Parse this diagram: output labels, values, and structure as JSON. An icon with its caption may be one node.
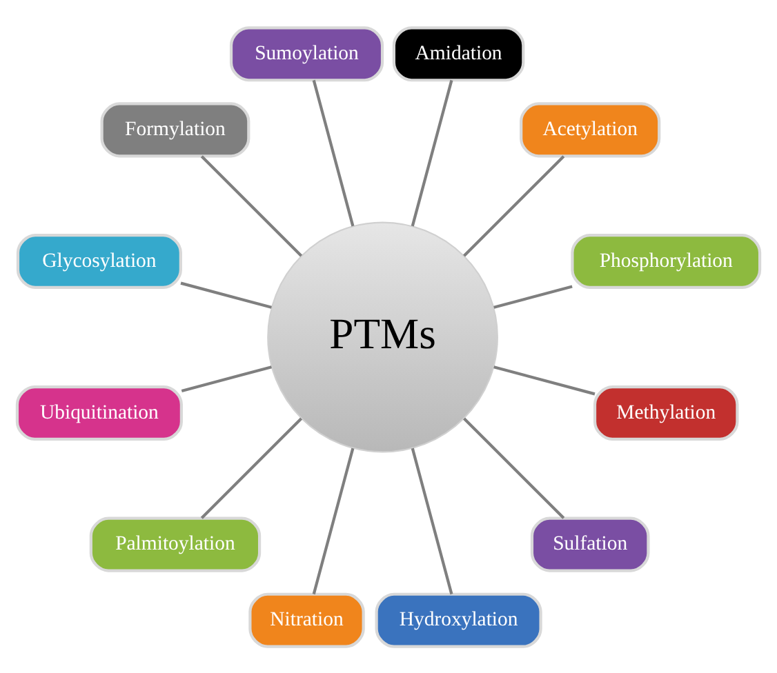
{
  "diagram": {
    "nodes": [
      {
        "text": [
          "PTMs"
        ]
      },
      {
        "text": [
          "Phosphorylation"
        ]
      },
      {
        "text": [
          "Acetylation"
        ]
      },
      {
        "text": [
          "Amidation"
        ]
      },
      {
        "text": [
          "Sumoylation"
        ]
      },
      {
        "text": [
          "Formylation"
        ]
      },
      {
        "text": [
          "Glycosylation"
        ]
      },
      {
        "text": [
          "Ubiquitination"
        ]
      },
      {
        "text": [
          "Palmitoylation"
        ]
      },
      {
        "text": [
          "Nitration"
        ]
      },
      {
        "text": [
          "Hydroxylation"
        ]
      },
      {
        "text": [
          "Sulfation"
        ]
      },
      {
        "text": [
          "Methylation"
        ]
      }
    ],
    "edges": [
      {
        "from": 0,
        "to": 1,
        "arrow": "none"
      },
      {
        "from": 0,
        "to": 2,
        "arrow": "none"
      },
      {
        "from": 0,
        "to": 3,
        "arrow": "none"
      },
      {
        "from": 0,
        "to": 4,
        "arrow": "none"
      },
      {
        "from": 0,
        "to": 5,
        "arrow": "none"
      },
      {
        "from": 0,
        "to": 6,
        "arrow": "none"
      },
      {
        "from": 0,
        "to": 7,
        "arrow": "none"
      },
      {
        "from": 0,
        "to": 8,
        "arrow": "none"
      },
      {
        "from": 0,
        "to": 9,
        "arrow": "none"
      },
      {
        "from": 0,
        "to": 10,
        "arrow": "none"
      },
      {
        "from": 0,
        "to": 11,
        "arrow": "none"
      },
      {
        "from": 0,
        "to": 12,
        "arrow": "none"
      }
    ]
  }
}
